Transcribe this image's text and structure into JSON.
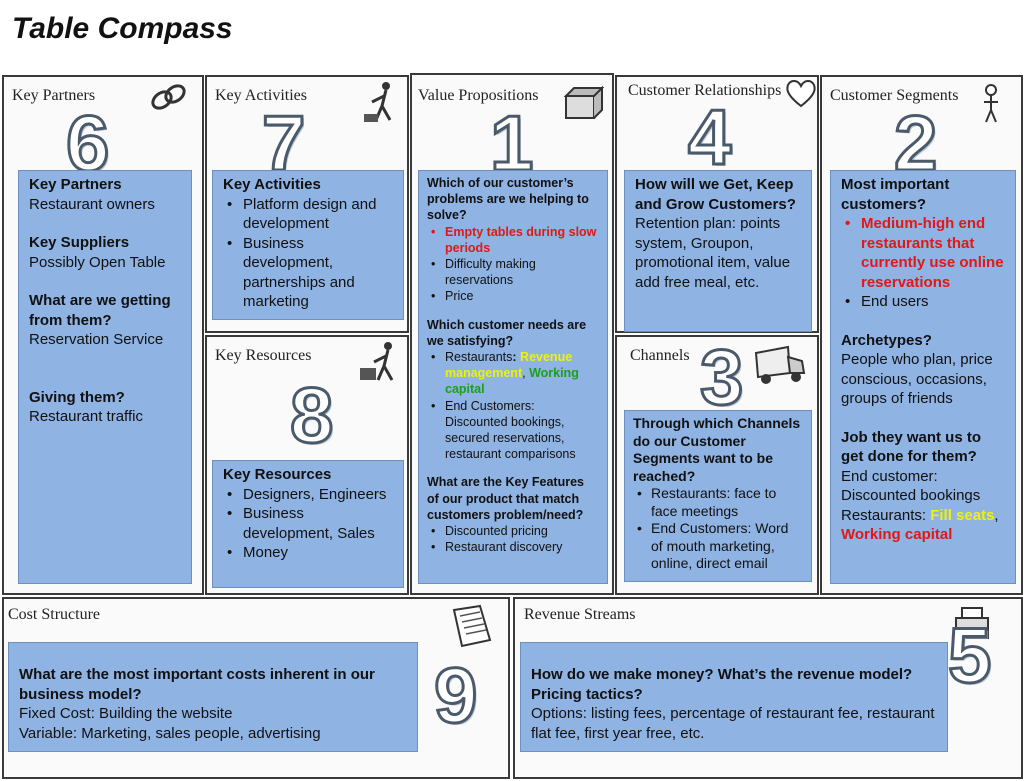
{
  "title": "Table Compass",
  "panels": {
    "key_partners": {
      "header": "Key Partners",
      "number": "6",
      "l1": "Key Partners",
      "l2": "Restaurant owners",
      "l3": "Key Suppliers",
      "l4": "Possibly Open Table",
      "l5": "What are we getting",
      "l6": "from them?",
      "l7": "Reservation Service",
      "l8": "Giving them?",
      "l9": "Restaurant traffic"
    },
    "key_activities": {
      "header": "Key Activities",
      "number": "7",
      "h": "Key Activities",
      "items": [
        "Platform design and development",
        "Business development, partnerships and marketing"
      ]
    },
    "key_resources": {
      "header": "Key Resources",
      "number": "8",
      "h": "Key Resources",
      "items": [
        "Designers, Engineers",
        "Business development, Sales",
        "Money"
      ]
    },
    "value_propositions": {
      "header": "Value Propositions",
      "number": "1",
      "q1": "Which of our customer’s problems are we helping to solve?",
      "p1": "Empty tables during slow periods",
      "p2": "Difficulty making reservations",
      "p3": "Price",
      "q2": "Which customer needs are we satisfying?",
      "n1a": "Restaurants",
      "n1b": ": ",
      "n1c": "Revenue management",
      "n1d": ", ",
      "n1e": "Working capital",
      "n2": "End Customers: Discounted bookings, secured reservations, restaurant comparisons",
      "q3": "What are the Key Features of our product that match customers problem/need?",
      "f1": "Discounted pricing",
      "f2": "Restaurant discovery"
    },
    "customer_relationships": {
      "header": "Customer Relationships",
      "number": "4",
      "bold": "How will we Get, Keep and Grow Customers?",
      "rest": " Retention plan: points system, Groupon, promotional item, value add free meal, etc."
    },
    "channels": {
      "header": "Channels",
      "number": "3",
      "q": "Through which Channels do our Customer Segments want to be reached?",
      "items": [
        "Restaurants: face to face meetings",
        "End Customers: Word of mouth marketing, online, direct email"
      ]
    },
    "customer_segments": {
      "header": "Customer Segments",
      "number": "2",
      "q1": "Most important customers?",
      "item_red": "Medium-high end restaurants that currently use online reservations",
      "item2": "End users",
      "q2": "Archetypes?",
      "t2": "People who plan, price conscious, occasions, groups of friends",
      "q3": "Job they want us to get done for them?",
      "t3a": "End customer:",
      "t3b": "Discounted bookings",
      "t3c": "Restaurants: ",
      "t3d": "Fill seats",
      "t3e": ", ",
      "t3f": "Working capital"
    },
    "cost_structure": {
      "header": "Cost Structure",
      "number": "9",
      "bold": "What are the most important costs inherent in our business model?",
      "l1": "Fixed Cost: Building the website",
      "l2": "Variable: Marketing, sales people, advertising"
    },
    "revenue_streams": {
      "header": "Revenue Streams",
      "number": "5",
      "bold": "How do we make money? What’s the revenue model? Pricing tactics?",
      "rest": "Options: listing fees, percentage of restaurant fee, restaurant flat fee, first year free, etc."
    }
  }
}
